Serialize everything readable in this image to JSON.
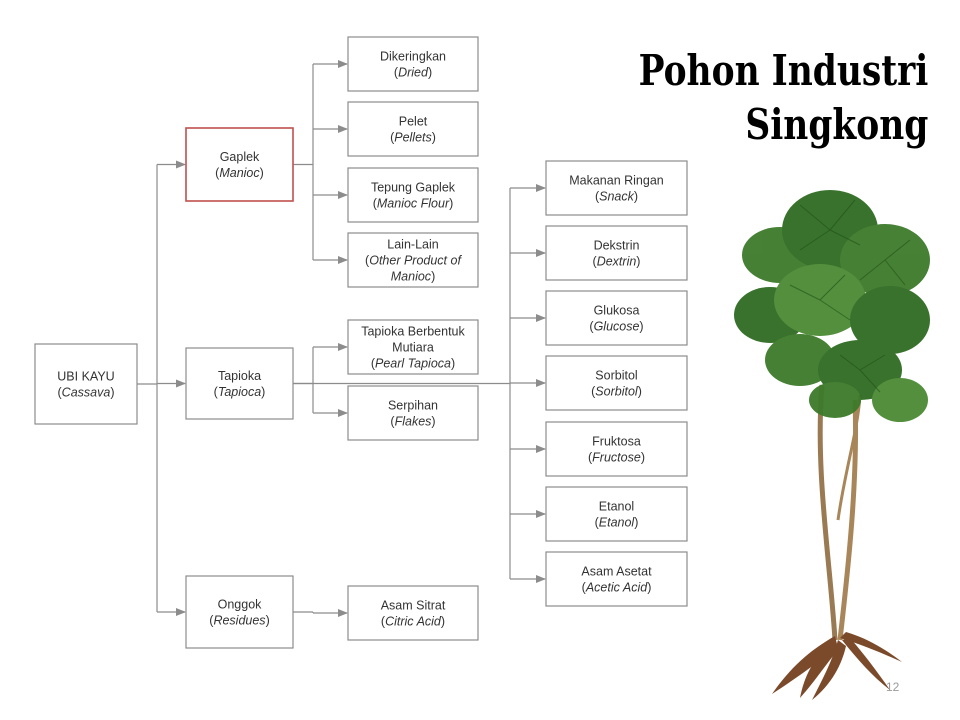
{
  "title": {
    "line1": "Pohon Industri",
    "line2": "Singkong"
  },
  "page_number": "12",
  "colors": {
    "box_border": "#8c8c8c",
    "highlight_border": "#c0504d",
    "text": "#333333"
  },
  "nodes": [
    {
      "id": "ubi-kayu",
      "label": "UBI KAYU",
      "label_en": "Cassava"
    },
    {
      "id": "gaplek",
      "label": "Gaplek",
      "label_en": "Manioc",
      "highlight": true
    },
    {
      "id": "tapioka",
      "label": "Tapioka",
      "label_en": "Tapioca"
    },
    {
      "id": "onggok",
      "label": "Onggok",
      "label_en": "Residues"
    },
    {
      "id": "dikeringkan",
      "label": "Dikeringkan",
      "label_en": "Dried"
    },
    {
      "id": "pelet",
      "label": "Pelet",
      "label_en": "Pellets"
    },
    {
      "id": "tepung-gaplek",
      "label": "Tepung Gaplek",
      "label_en": "Manioc Flour"
    },
    {
      "id": "lain-lain",
      "label": "Lain-Lain",
      "label_en": "Other Product of Manioc"
    },
    {
      "id": "tapioka-mutiara",
      "label": "Tapioka Berbentuk Mutiara",
      "label_en": "Pearl Tapioca"
    },
    {
      "id": "serpihan",
      "label": "Serpihan",
      "label_en": "Flakes"
    },
    {
      "id": "asam-sitrat",
      "label": "Asam Sitrat",
      "label_en": "Citric Acid"
    },
    {
      "id": "makanan-ringan",
      "label": "Makanan Ringan",
      "label_en": "Snack"
    },
    {
      "id": "dekstrin",
      "label": "Dekstrin",
      "label_en": "Dextrin"
    },
    {
      "id": "glukosa",
      "label": "Glukosa",
      "label_en": "Glucose"
    },
    {
      "id": "sorbitol",
      "label": "Sorbitol",
      "label_en": "Sorbitol"
    },
    {
      "id": "fruktosa",
      "label": "Fruktosa",
      "label_en": "Fructose"
    },
    {
      "id": "etanol",
      "label": "Etanol",
      "label_en": "Etanol"
    },
    {
      "id": "asam-asetat",
      "label": "Asam Asetat",
      "label_en": "Acetic Acid"
    }
  ],
  "edges": [
    [
      "ubi-kayu",
      "gaplek"
    ],
    [
      "ubi-kayu",
      "tapioka"
    ],
    [
      "ubi-kayu",
      "onggok"
    ],
    [
      "gaplek",
      "dikeringkan"
    ],
    [
      "gaplek",
      "pelet"
    ],
    [
      "gaplek",
      "tepung-gaplek"
    ],
    [
      "gaplek",
      "lain-lain"
    ],
    [
      "tapioka",
      "tapioka-mutiara"
    ],
    [
      "tapioka",
      "serpihan"
    ],
    [
      "onggok",
      "asam-sitrat"
    ],
    [
      "tapioka",
      "makanan-ringan"
    ],
    [
      "tapioka",
      "dekstrin"
    ],
    [
      "tapioka",
      "glukosa"
    ],
    [
      "tapioka",
      "sorbitol"
    ],
    [
      "tapioka",
      "fruktosa"
    ],
    [
      "tapioka",
      "etanol"
    ],
    [
      "tapioka",
      "asam-asetat"
    ]
  ]
}
